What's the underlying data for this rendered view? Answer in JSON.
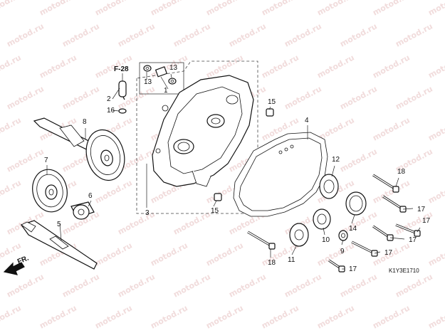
{
  "watermark": "motod.ru",
  "ref_label": "F-28",
  "diagram_code": "K1Y3E1710",
  "fr_label": "FR.",
  "callouts": [
    "1",
    "2",
    "3",
    "4",
    "5",
    "6",
    "7",
    "8",
    "9",
    "10",
    "11",
    "12",
    "13",
    "13",
    "14",
    "15",
    "15",
    "16",
    "17",
    "17",
    "17",
    "17",
    "17",
    "18",
    "18"
  ]
}
